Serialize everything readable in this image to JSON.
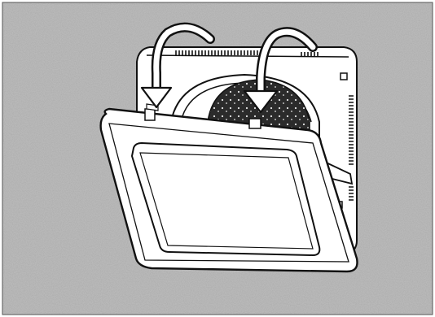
{
  "figure": {
    "caption": "",
    "kind": "installation-illustration",
    "steps": [
      {
        "arrow": "left-curved-down-arrow",
        "action": "tilt-cover-into-top-slot"
      },
      {
        "arrow": "right-curved-down-arrow",
        "action": "tilt-cover-into-top-slot"
      }
    ]
  },
  "colors": {
    "wall": "#b9b9b9",
    "line": "#111111",
    "cover": "#ffffff",
    "fan_dark": "#2b2b2b"
  }
}
